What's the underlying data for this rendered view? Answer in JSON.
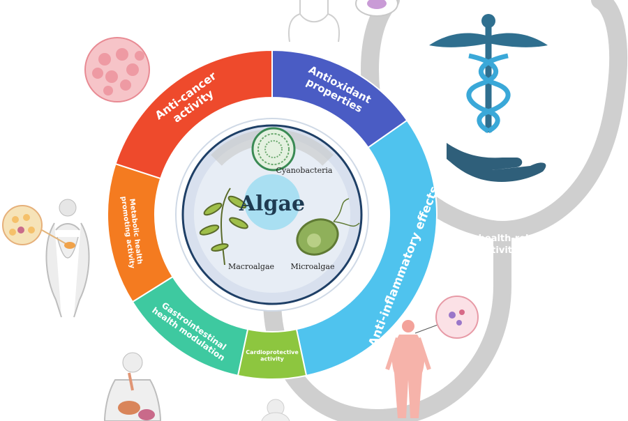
{
  "center": {
    "title": "Algae",
    "types": {
      "cyanobacteria": "Cyanobacteria",
      "macroalgae": "Macroalgae",
      "microalgae": "Microalgae"
    }
  },
  "segments": [
    {
      "id": "antioxidant",
      "lines": [
        "Antioxidant",
        "properties"
      ],
      "color": "#4a5cc4"
    },
    {
      "id": "anti-inflammatory",
      "lines": [
        "Anti-inflammatory effects"
      ],
      "color": "#4fc3ee"
    },
    {
      "id": "cardioprotective",
      "lines": [
        "Cardioprotective",
        "activity"
      ],
      "color": "#8dc63f"
    },
    {
      "id": "gastrointestinal",
      "lines": [
        "Gastrointestinal",
        "health modulation"
      ],
      "color": "#3ec9a0"
    },
    {
      "id": "metabolic",
      "lines": [
        "Metabolic health",
        "promoting activity"
      ],
      "color": "#f47b20"
    },
    {
      "id": "anti-cancer",
      "lines": [
        "Anti-cancer",
        "activity"
      ],
      "color": "#ee4a2c"
    }
  ],
  "stethoscope_label": [
    "Human health-related",
    "bioactivities"
  ],
  "colors": {
    "caduceus": "#2f6f8f",
    "caduceus_light": "#3aa8d8",
    "hand": "#2f5f7a",
    "stethoscope": "#c9c9c9",
    "inner_ring": "#1e3f66"
  }
}
